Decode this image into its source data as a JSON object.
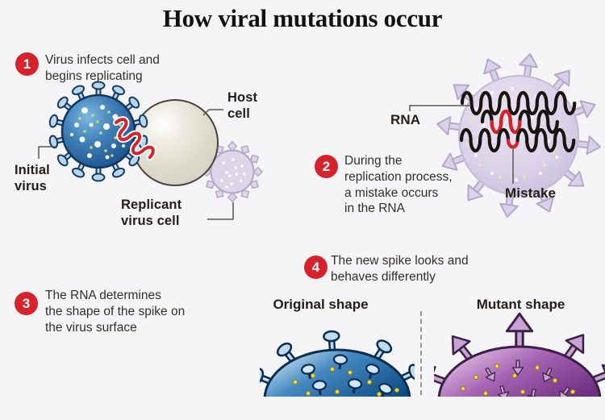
{
  "title": "How viral mutations occur",
  "steps": [
    {
      "number": "1",
      "text": "Virus infects cell and\nbegins replicating"
    },
    {
      "number": "2",
      "text": "During the\nreplication process,\na mistake occurs\nin the RNA"
    },
    {
      "number": "3",
      "text": "The RNA determines\nthe shape of the spike on\nthe virus surface"
    },
    {
      "number": "4",
      "text": "The new spike looks and\nbehaves differently"
    }
  ],
  "labels": {
    "initial_virus": "Initial\nvirus",
    "host_cell": "Host\ncell",
    "replicant_virus": "Replicant\nvirus cell",
    "rna": "RNA",
    "mistake": "Mistake",
    "original_shape": "Original shape",
    "mutant_shape": "Mutant shape"
  },
  "colors": {
    "background": "#f5f4f6",
    "badge_red": "#d7222b",
    "mistake_red": "#d7222b",
    "rna_black": "#1a1411",
    "virus_blue": "#2f6da8",
    "virus_lavender": "#d9d2e8",
    "mutant_purple": "#8d4a9e",
    "host_cell_beige": "#dcd8ca",
    "text": "#262219"
  }
}
